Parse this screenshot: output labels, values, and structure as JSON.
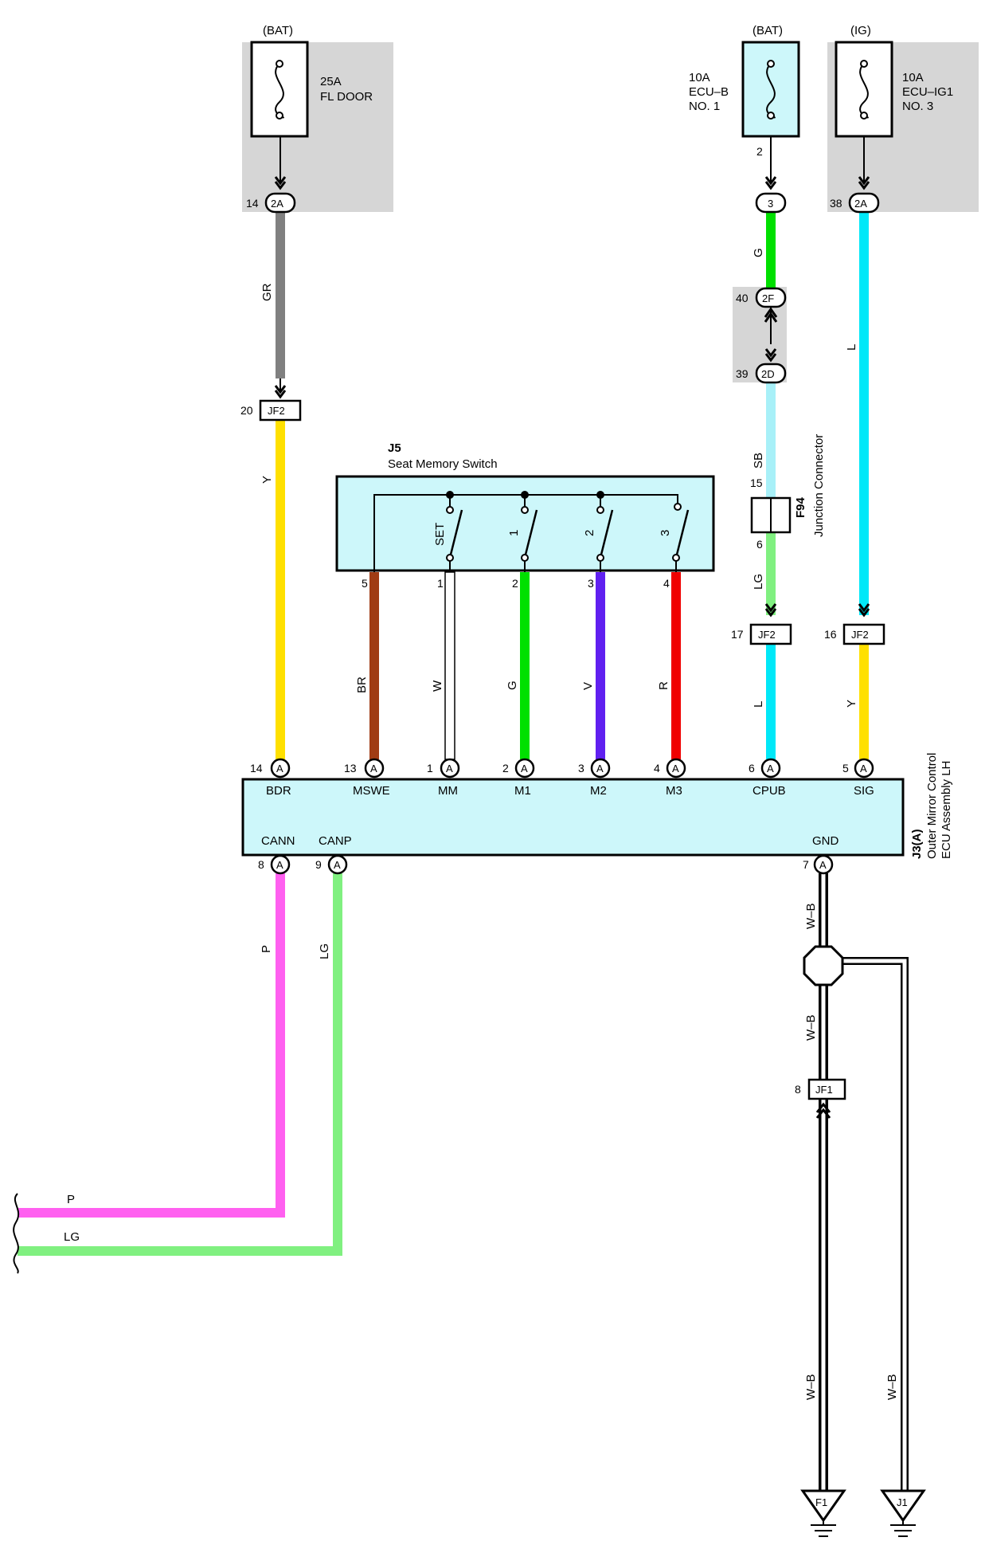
{
  "fuses": [
    {
      "id": "fuse-fl-door",
      "supply": "(BAT)",
      "rating": "25A",
      "name_lines": [
        "FL DOOR"
      ],
      "highlight": "#d6d6d6",
      "fill": "#ffffff"
    },
    {
      "id": "fuse-ecu-b",
      "supply": "(BAT)",
      "rating": "10A",
      "name_lines": [
        "ECU–B",
        "NO. 1"
      ],
      "highlight": null,
      "fill": "#cdf7fa",
      "pin_below": "2"
    },
    {
      "id": "fuse-ecu-ig1",
      "supply": "(IG)",
      "rating": "10A",
      "name_lines": [
        "ECU–IG1",
        "NO. 3"
      ],
      "highlight": "#d6d6d6",
      "fill": "#ffffff"
    }
  ],
  "connectors": {
    "fl_door_2a": {
      "pin": "14",
      "label": "2A"
    },
    "ecub_3": {
      "pin": "",
      "label": "3"
    },
    "ecuig1_2a": {
      "pin": "38",
      "label": "2A"
    },
    "jc_2f": {
      "pin": "40",
      "label": "2F"
    },
    "jc_2d": {
      "pin": "39",
      "label": "2D"
    },
    "jf2_20": {
      "pin": "20",
      "label": "JF2"
    },
    "jf2_17": {
      "pin": "17",
      "label": "JF2"
    },
    "jf2_16": {
      "pin": "16",
      "label": "JF2"
    },
    "jf1_8": {
      "pin": "8",
      "label": "JF1"
    }
  },
  "wires": {
    "gr": "GR",
    "y_left": "Y",
    "g_ecub": "G",
    "sb": "SB",
    "lg_f94": "LG",
    "l_ig": "L",
    "l_cpub": "L",
    "y_sig": "Y",
    "br": "BR",
    "w": "W",
    "g_m1": "G",
    "v": "V",
    "r": "R",
    "p_can": "P",
    "lg_can": "LG",
    "wb_gnd": "W–B",
    "wb_mid": "W–B",
    "wb_f1": "W–B",
    "wb_j1": "W–B",
    "p_end": "P",
    "lg_end": "LG"
  },
  "colors": {
    "GR": "#808080",
    "Y": "#ffe000",
    "G": "#00e000",
    "SB": "#a8f0f8",
    "LG": "#80f080",
    "L": "#00e8f8",
    "BR": "#a03c14",
    "W": "#ffffff",
    "V": "#6020f0",
    "R": "#f00000",
    "P": "#ff60f0",
    "ecu_fill": "#cdf7fa"
  },
  "seat_switch": {
    "code": "J5",
    "name": "Seat Memory Switch",
    "switches": [
      "SET",
      "1",
      "2",
      "3"
    ],
    "pins": [
      "5",
      "1",
      "2",
      "3",
      "4"
    ]
  },
  "junction_connector": {
    "code": "F94",
    "name": "Junction Connector",
    "pin_top": "15",
    "pin_bottom": "6"
  },
  "ecu": {
    "code": "J3(A)",
    "name_lines": [
      "Outer Mirror Control",
      "ECU Assembly LH"
    ],
    "top_pins": [
      {
        "num": "14",
        "conn": "A",
        "label": "BDR"
      },
      {
        "num": "13",
        "conn": "A",
        "label": "MSWE"
      },
      {
        "num": "1",
        "conn": "A",
        "label": "MM"
      },
      {
        "num": "2",
        "conn": "A",
        "label": "M1"
      },
      {
        "num": "3",
        "conn": "A",
        "label": "M2"
      },
      {
        "num": "4",
        "conn": "A",
        "label": "M3"
      },
      {
        "num": "6",
        "conn": "A",
        "label": "CPUB"
      },
      {
        "num": "5",
        "conn": "A",
        "label": "SIG"
      }
    ],
    "bottom_pins": [
      {
        "num": "8",
        "conn": "A",
        "label": "CANN"
      },
      {
        "num": "9",
        "conn": "A",
        "label": "CANP"
      },
      {
        "num": "7",
        "conn": "A",
        "label": "GND"
      }
    ]
  },
  "grounds": [
    {
      "label": "F1"
    },
    {
      "label": "J1"
    }
  ]
}
